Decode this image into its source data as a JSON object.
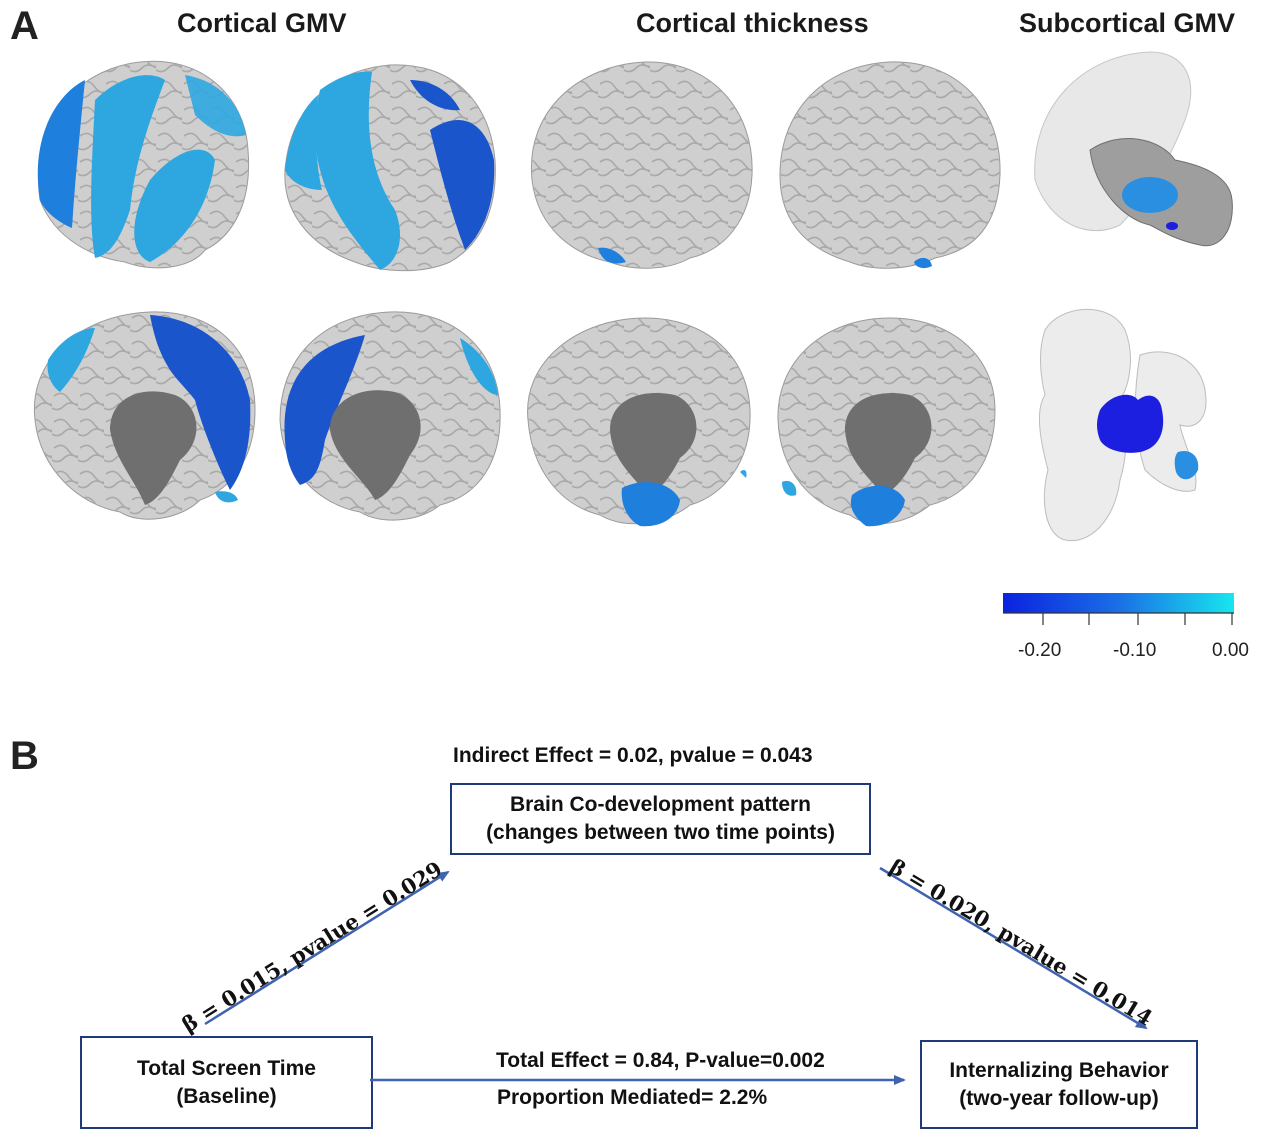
{
  "panel_a": {
    "letter": "A",
    "column_titles": [
      "Cortical GMV",
      "Cortical thickness",
      "Subcortical GMV"
    ],
    "colorbar": {
      "ticks": [
        "-0.20",
        "-0.10",
        "0.00"
      ],
      "min": -0.25,
      "max": 0.0,
      "color_low": "#0a22e0",
      "color_high": "#18e6ee"
    },
    "colors": {
      "brain_gray": "#cfcfcf",
      "medial_wall": "#6f6f6f",
      "region_light": "#2ea7e0",
      "region_mid": "#1f7fdc",
      "region_dark": "#1a55cc",
      "region_deep": "#1c1ee0"
    }
  },
  "panel_b": {
    "letter": "B",
    "indirect_effect": "Indirect Effect = 0.02, pvalue = 0.043",
    "mediator_box": [
      "Brain Co-development pattern",
      "(changes between two time points)"
    ],
    "left_path_label": "β = 0.015, pvalue = 0.029",
    "right_path_label": "β = 0.020,  pvalue = 0.014",
    "exposure_box": [
      "Total Screen Time",
      "(Baseline)"
    ],
    "outcome_box": [
      "Internalizing Behavior",
      "(two-year follow-up)"
    ],
    "total_effect": "Total Effect = 0.84, P-value=0.002",
    "proportion_mediated": "Proportion Mediated= 2.2%",
    "arrow_color": "#3f63b0",
    "box_border_color": "#1f3a78"
  }
}
